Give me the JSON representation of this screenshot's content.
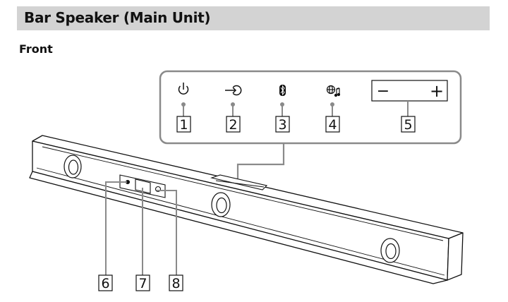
{
  "header": {
    "title": "Bar Speaker (Main Unit)"
  },
  "section": {
    "label": "Front"
  },
  "control_panel": {
    "icons": [
      {
        "name": "power-icon"
      },
      {
        "name": "input-icon"
      },
      {
        "name": "bluetooth-icon"
      },
      {
        "name": "network-music-icon"
      }
    ],
    "volume": {
      "minus": "−",
      "plus": "+"
    }
  },
  "callouts": {
    "n1": "1",
    "n2": "2",
    "n3": "3",
    "n4": "4",
    "n5": "5",
    "n6": "6",
    "n7": "7",
    "n8": "8"
  }
}
